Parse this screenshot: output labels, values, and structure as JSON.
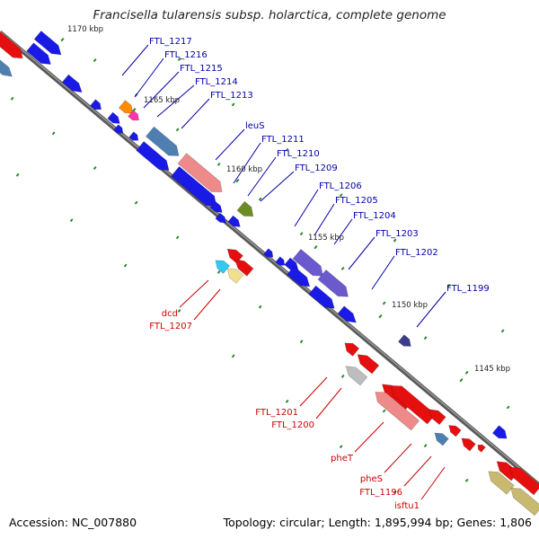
{
  "title": "Francisella tularensis subsp. holarctica, complete genome",
  "footer": {
    "accession": "Accession: NC_007880",
    "topology": "Topology: circular; Length: 1,895,994 bp; Genes: 1,806"
  },
  "colors": {
    "forward": "#1a1ae6",
    "reverse": "#e60f0f",
    "label_forward": "#0000aa",
    "label_reverse": "#cc0000",
    "backbone": "#8c8c8c",
    "tick": "#2b8a2b"
  },
  "ruler_labels": [
    "1170 kbp",
    "1165 kbp",
    "1160 kbp",
    "1155 kbp",
    "1150 kbp",
    "1145 kbp"
  ],
  "forward_labels": [
    "FTL_1217",
    "FTL_1216",
    "FTL_1215",
    "FTL_1214",
    "FTL_1213",
    "leuS",
    "FTL_1211",
    "FTL_1210",
    "FTL_1209",
    "FTL_1206",
    "FTL_1205",
    "FTL_1204",
    "FTL_1203",
    "FTL_1202",
    "FTL_1199"
  ],
  "reverse_labels": [
    "dcd",
    "FTL_1207",
    "FTL_1201",
    "FTL_1200",
    "pheT",
    "pheS",
    "FTL_1196",
    "isftu1"
  ]
}
